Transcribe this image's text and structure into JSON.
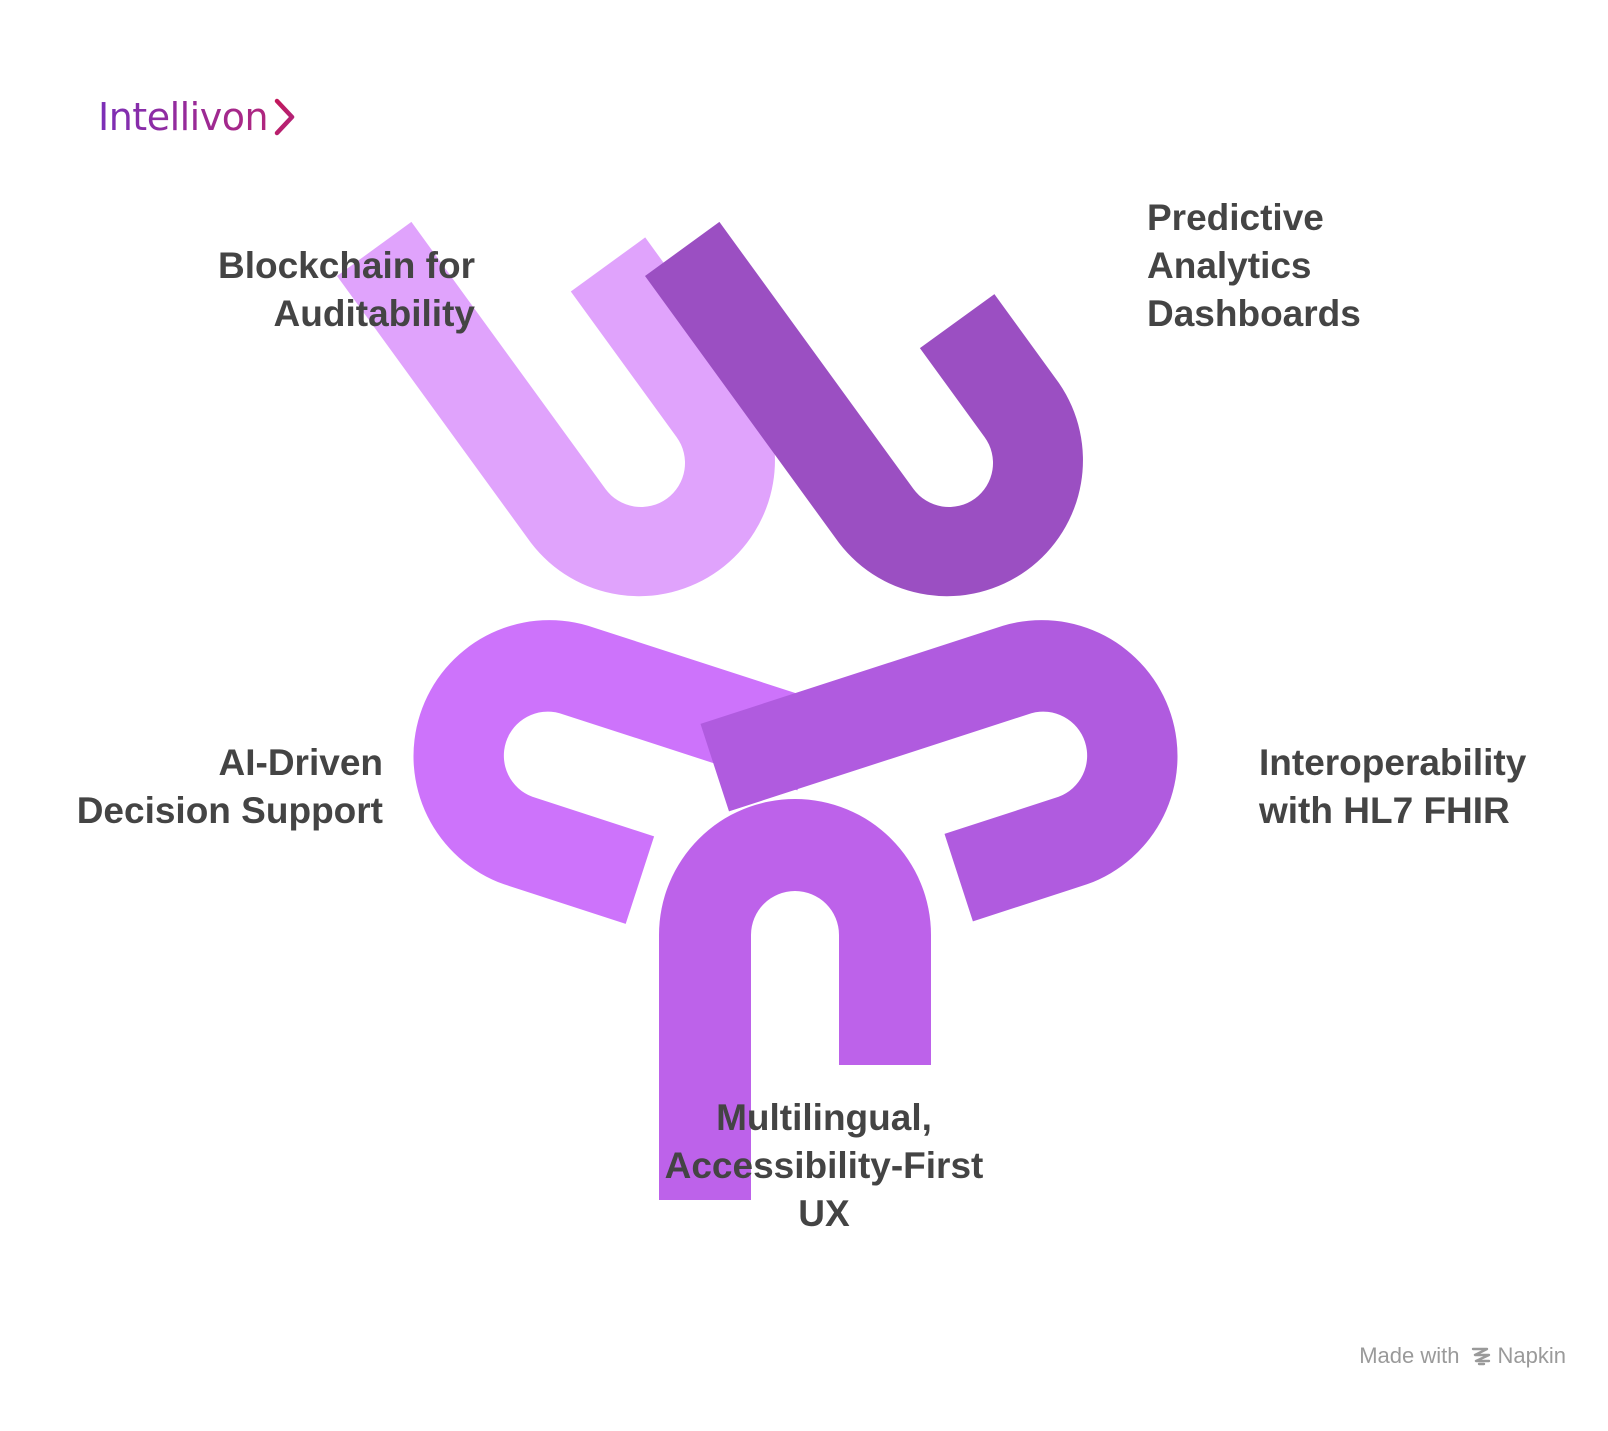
{
  "brand": {
    "name": "Intellivon",
    "colors": {
      "start": "#7b2fb8",
      "end": "#b0267e"
    }
  },
  "diagram": {
    "style": "interlocking five-link star",
    "segments": [
      {
        "id": "blockchain",
        "lines": [
          "Blockchain for",
          "Auditability"
        ],
        "color": "#e0a3fc"
      },
      {
        "id": "predictive",
        "lines": [
          "Predictive",
          "Analytics",
          "Dashboards"
        ],
        "color": "#9b4fc2"
      },
      {
        "id": "interop",
        "lines": [
          "Interoperability",
          "with HL7 FHIR"
        ],
        "color": "#b05bdf"
      },
      {
        "id": "multilingual",
        "lines": [
          "Multilingual,",
          "Accessibility-First",
          "UX"
        ],
        "color": "#bd62ea"
      },
      {
        "id": "ai",
        "lines": [
          "AI-Driven",
          "Decision Support"
        ],
        "color": "#cd73fb"
      }
    ]
  },
  "watermark": {
    "prefix": "Made with",
    "brand": "Napkin",
    "icon": "napkin-logo-icon"
  }
}
